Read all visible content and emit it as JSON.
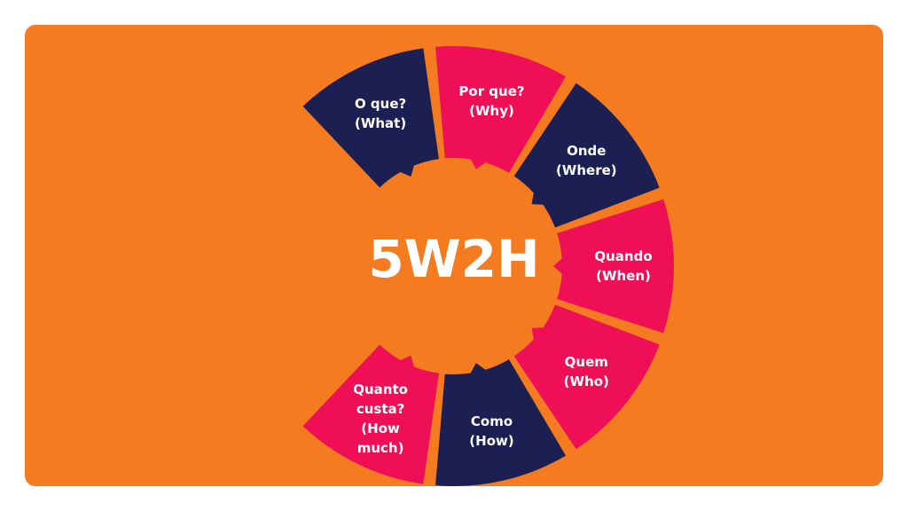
{
  "colors": {
    "background": "#ffffff",
    "panel": "#F47B20",
    "navy": "#1B1F52",
    "pink": "#EE0F57",
    "text": "#ffffff"
  },
  "diagram": {
    "center_title": "5W2H",
    "segments": [
      {
        "key": "what",
        "lines": [
          "O que?",
          "(What)"
        ],
        "color": "navy"
      },
      {
        "key": "why",
        "lines": [
          "Por que?",
          "(Why)"
        ],
        "color": "pink"
      },
      {
        "key": "where",
        "lines": [
          "Onde",
          "(Where)"
        ],
        "color": "navy"
      },
      {
        "key": "when",
        "lines": [
          "Quando",
          "(When)"
        ],
        "color": "pink"
      },
      {
        "key": "who",
        "lines": [
          "Quem",
          "(Who)"
        ],
        "color": "pink"
      },
      {
        "key": "how",
        "lines": [
          "Como",
          "(How)"
        ],
        "color": "navy"
      },
      {
        "key": "how-much",
        "lines": [
          "Quanto",
          "custa?",
          "(How",
          "much)"
        ],
        "color": "pink"
      }
    ]
  }
}
